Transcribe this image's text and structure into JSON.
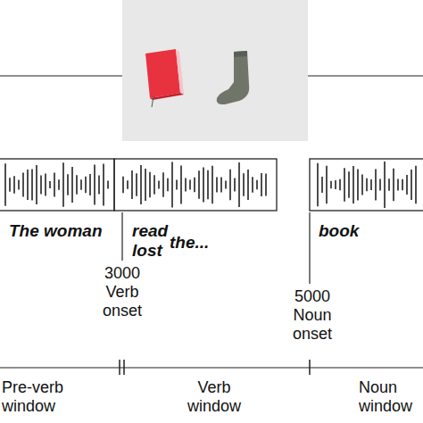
{
  "diagram": {
    "labels": [
      "The woman",
      "read",
      "lost",
      "the...",
      "book",
      "3000",
      "Verb onset",
      "5000",
      "Noun onset",
      "Pre-verb window",
      "Verb window",
      "Noun window"
    ]
  }
}
